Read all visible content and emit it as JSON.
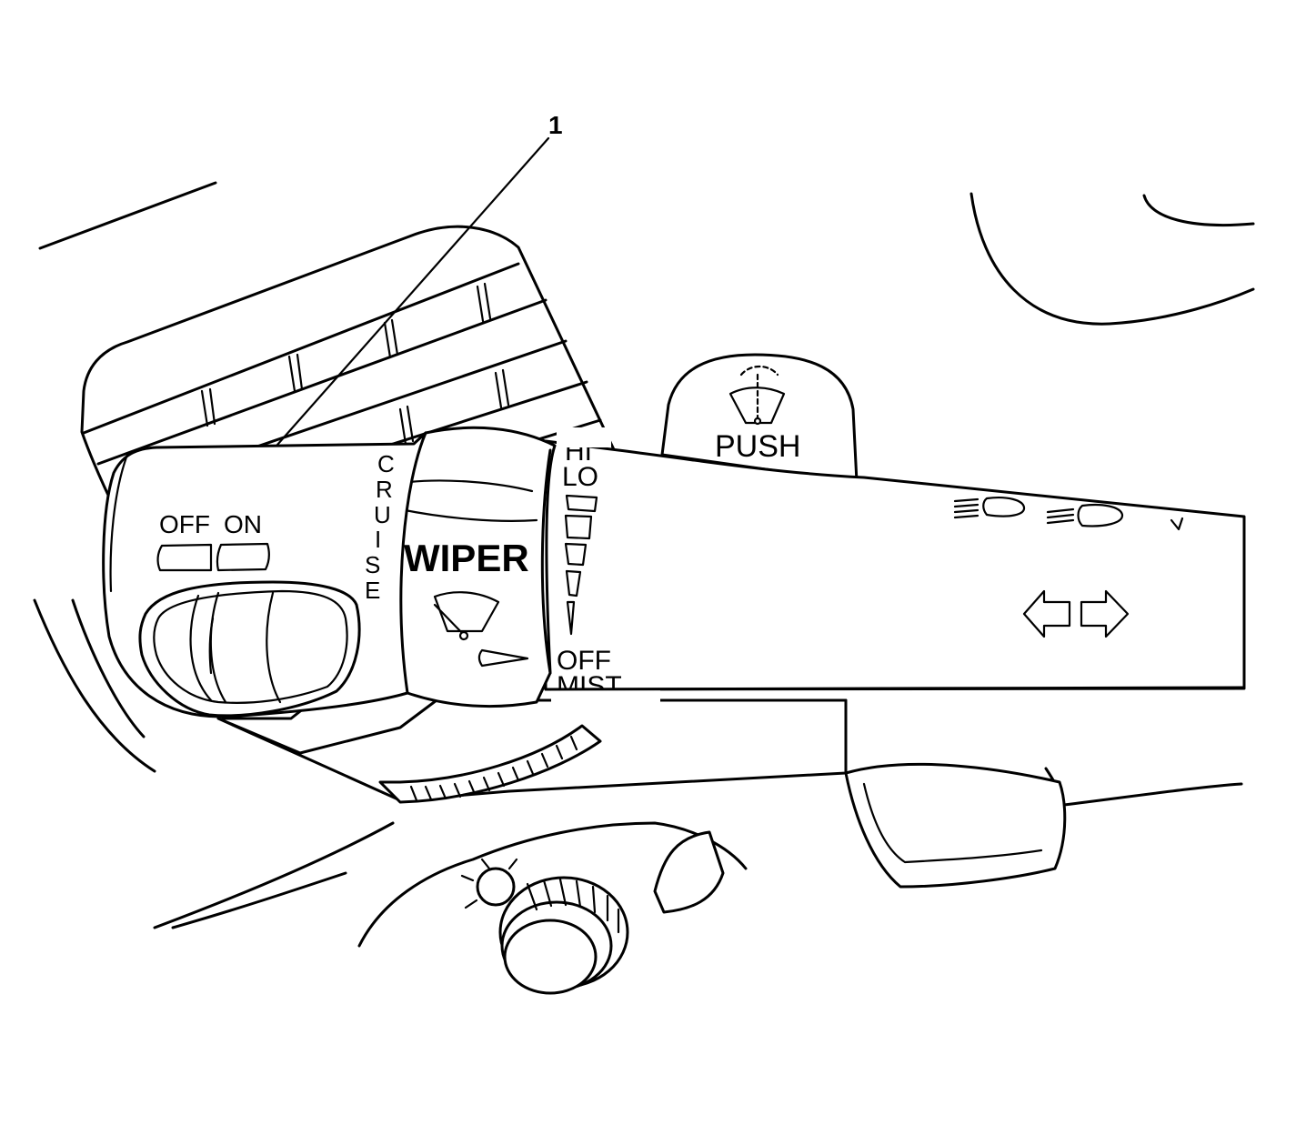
{
  "callout": {
    "number": "1"
  },
  "labels": {
    "off": "OFF",
    "on": "ON",
    "cruise_letters": [
      "C",
      "R",
      "U",
      "I",
      "S",
      "E"
    ],
    "wiper": "WIPER",
    "hi": "HI",
    "lo": "LO",
    "wiper_off": "OFF",
    "mist": "MIST",
    "push": "PUSH"
  },
  "icons": {
    "wiper_ring": "windshield-wiper-icon",
    "washer_button": "windshield-washer-icon",
    "headlamp": "headlamp-beam-icon",
    "turn_signal": "turn-signal-arrows-icon"
  }
}
